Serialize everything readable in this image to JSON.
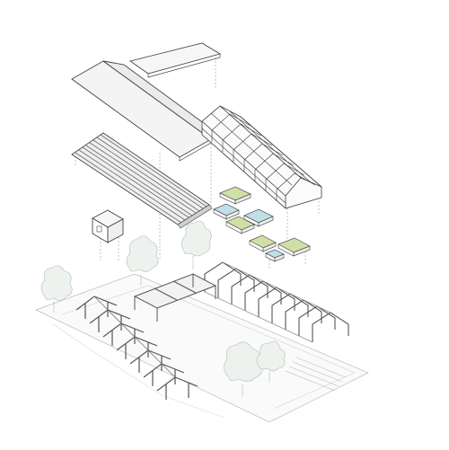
{
  "diagram": {
    "type": "exploded-axonometric",
    "components": [
      {
        "id": "flat-roof-panel",
        "kind": "roof-plate"
      },
      {
        "id": "gable-roof",
        "kind": "pitched-roof"
      },
      {
        "id": "corrugated-roof",
        "kind": "pitched-roof-ribbed"
      },
      {
        "id": "greenhouse-frame",
        "kind": "glass-frame"
      },
      {
        "id": "small-cabin",
        "kind": "box"
      },
      {
        "id": "planter-beds",
        "kind": "raised-beds",
        "count": 7
      },
      {
        "id": "portal-frames",
        "kind": "portal-frames",
        "count": 9
      },
      {
        "id": "timber-trusses",
        "kind": "trusses",
        "count": 7
      },
      {
        "id": "pergola",
        "kind": "beam-frame"
      },
      {
        "id": "site-ground",
        "kind": "ground-plate"
      },
      {
        "id": "trees",
        "kind": "vegetation",
        "count": 5
      }
    ],
    "colors": {
      "line": "#4a4a4a",
      "light-line": "#9a9a9a",
      "roof-fill": "#f4f4f4",
      "dark-ribs": "#6b6b6b",
      "greenhouse": "#3a3a3a",
      "planter-green": "#cfe0a6",
      "planter-blue": "#bfe0e6",
      "tree": "#c9d6cf",
      "ground": "#f7f7f7"
    }
  }
}
